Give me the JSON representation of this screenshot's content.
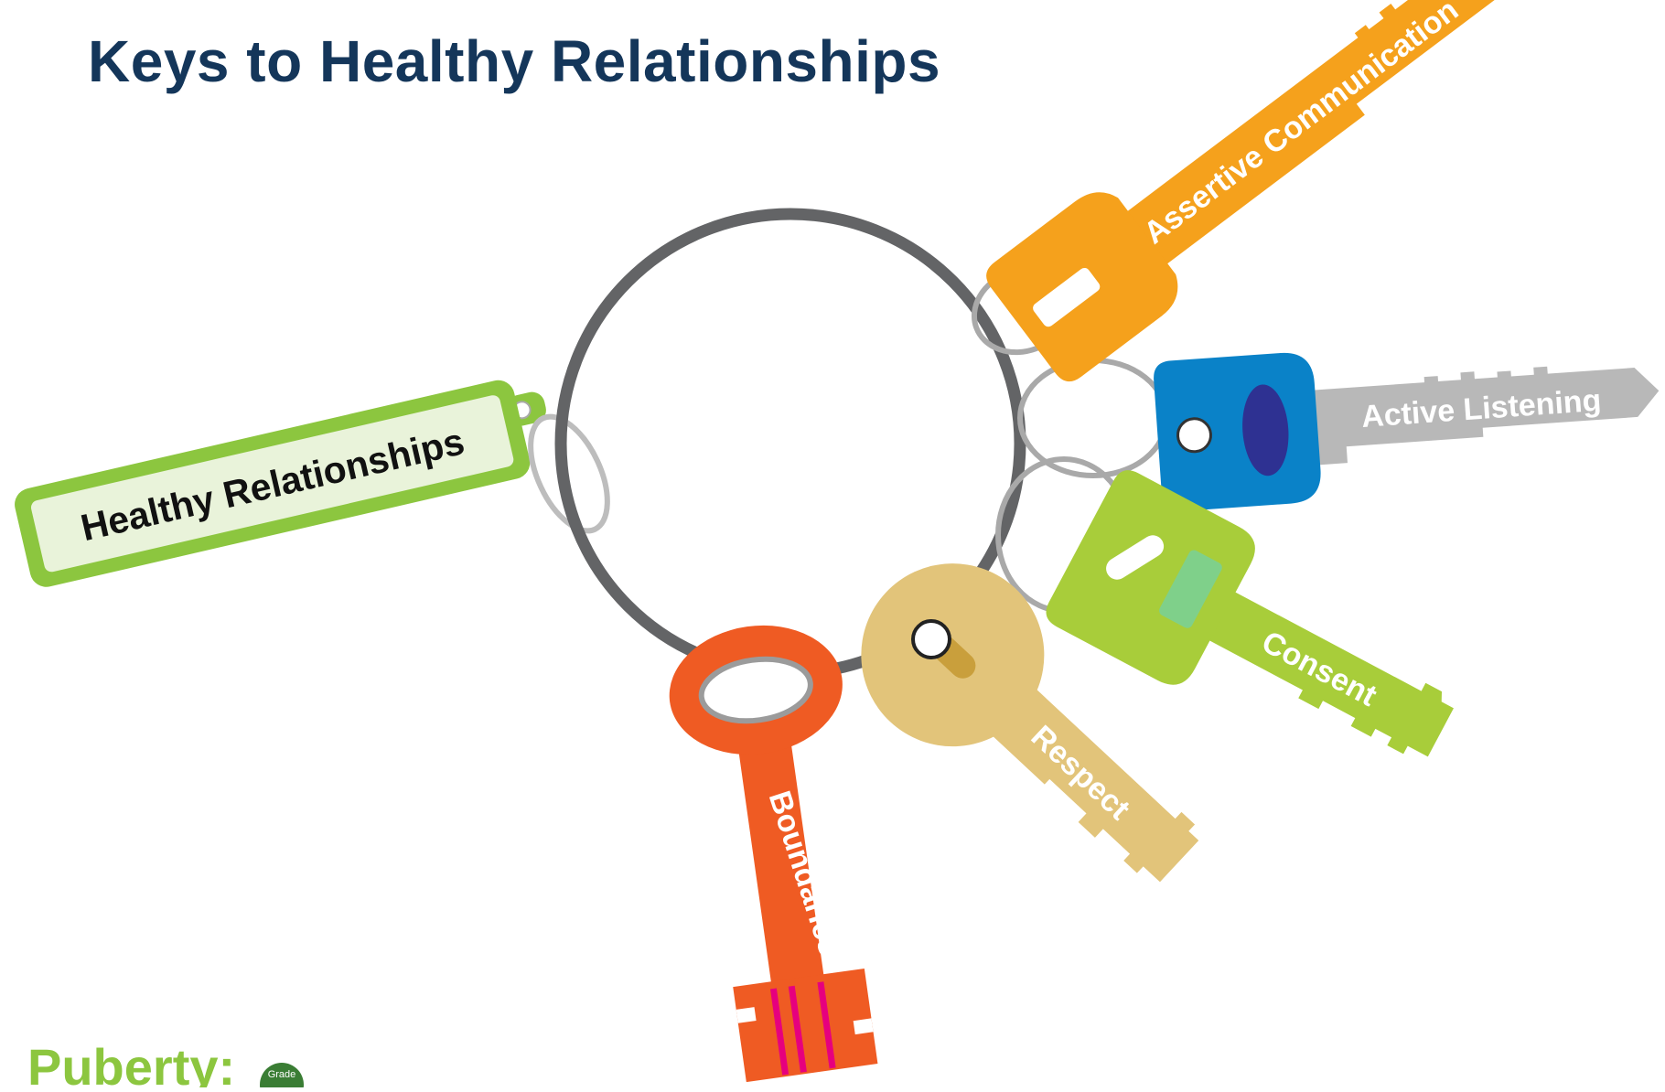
{
  "title": "Keys to Healthy Relationships",
  "tag_label": "Healthy Relationships",
  "keys": {
    "assertive": {
      "label": "Assertive Communication",
      "color": "#f5a11c"
    },
    "active": {
      "label": "Active Listening",
      "head_color": "#0a82c8",
      "blade_color": "#b8b8b8"
    },
    "consent": {
      "label": "Consent",
      "color": "#a8cd3a"
    },
    "respect": {
      "label": "Respect",
      "color": "#e2c47a"
    },
    "boundaries": {
      "label": "Boundaries",
      "color": "#ef5b23"
    }
  },
  "logo": {
    "brand": "Puberty:",
    "badge": "Grade"
  },
  "colors": {
    "title": "#14365a",
    "ring": "#636466",
    "tag_border": "#8cc63f",
    "tag_fill": "#e9f3da"
  }
}
